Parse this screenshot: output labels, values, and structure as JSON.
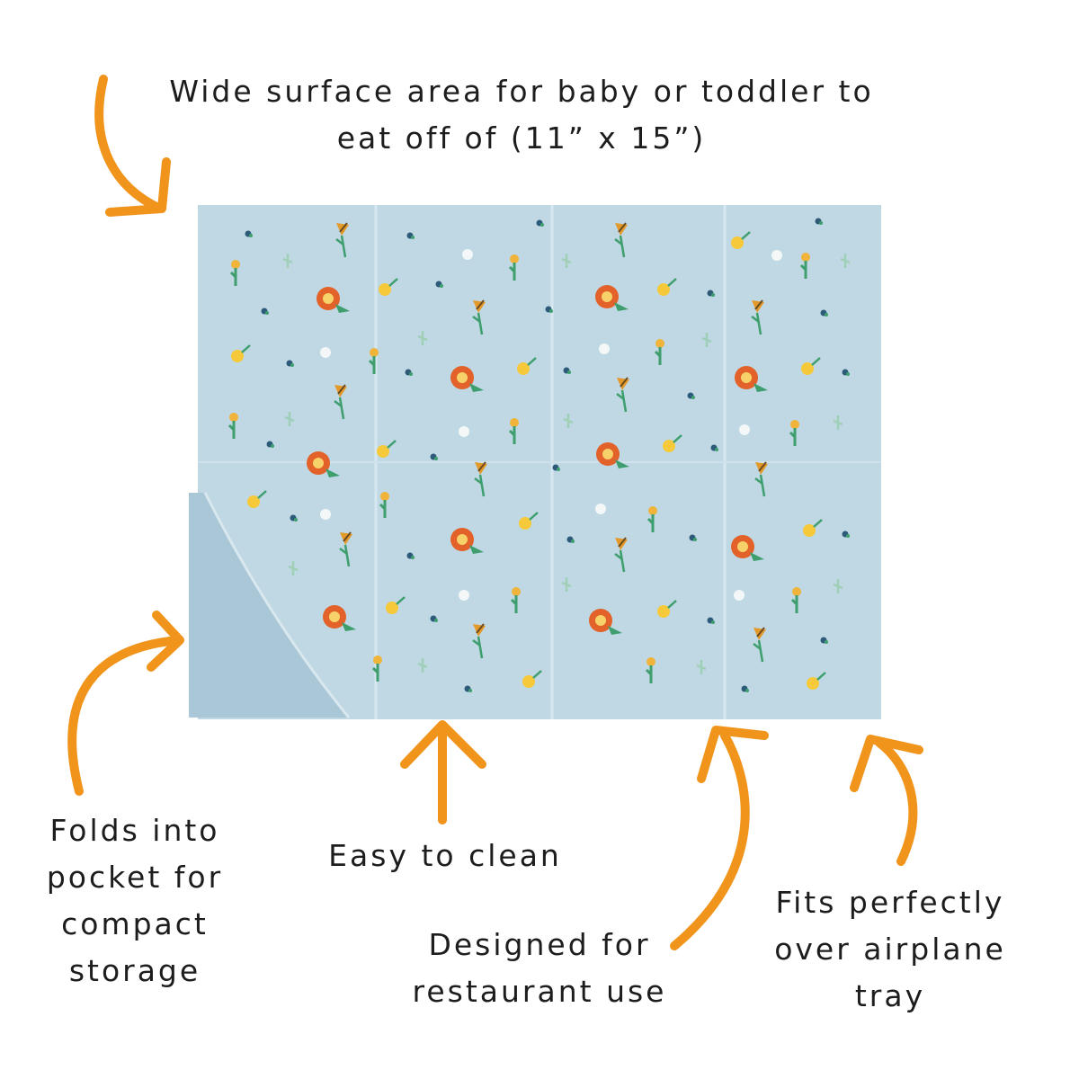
{
  "colors": {
    "arrow": "#F0941C",
    "mat": "#BFD8E4",
    "mat_fold": "#A9C7D6",
    "text": "#1d1d1d"
  },
  "callouts": {
    "top": [
      "Wide surface area for baby or toddler to",
      "eat off of (11” x 15”)"
    ],
    "fold": [
      "Folds into",
      "pocket for",
      "compact",
      "storage"
    ],
    "clean": [
      "Easy to clean"
    ],
    "restaurant": [
      "Designed for",
      "restaurant use"
    ],
    "fits": [
      "Fits perfectly",
      "over airplane",
      "tray"
    ]
  },
  "icons": {
    "arrow": "curved-arrow-icon",
    "flower": "flower-icon"
  }
}
